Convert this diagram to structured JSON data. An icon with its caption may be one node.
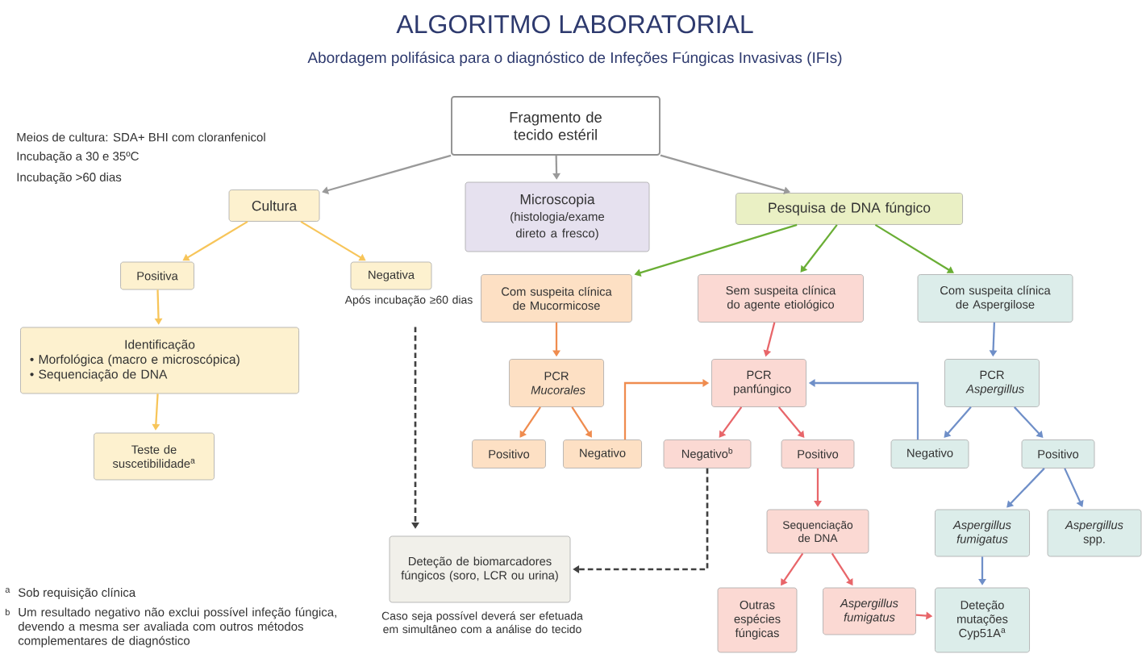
{
  "diagram": {
    "title": "ALGORITMO LABORATORIAL",
    "nodes": [
      {
        "text": [
          "Fragmento de tecido estéril"
        ]
      },
      {
        "text": [
          "Cultura"
        ]
      },
      {
        "text": [
          "Microscopia",
          "(histologia/exame direto a fresco)"
        ]
      },
      {
        "text": [
          "Pesquisa  de DNA fúngico"
        ]
      },
      {
        "text": [
          "Positiva"
        ]
      },
      {
        "text": [
          "Negativa"
        ],
        "beside": [
          "Após incubação ≥60 dias"
        ]
      },
      {
        "text": [
          "Com suspeita clínica de Mucormicose"
        ]
      },
      {
        "text": [
          "Sem suspeita clínica do agente etiológico"
        ]
      },
      {
        "text": [
          "Com suspeita clínica de Aspergilose"
        ]
      },
      {
        "text": [
          "Identificação",
          "• Morfológica (macro e microscópica)",
          "• Sequenciação de DNA"
        ]
      },
      {
        "text": [
          "PCR *Mucorales*"
        ]
      },
      {
        "text": [
          "PCR panfúngico"
        ]
      },
      {
        "text": [
          "PCR *Aspergillus*"
        ]
      },
      {
        "text": [
          "Teste de suscetibilidade$^{a}$"
        ]
      },
      {
        "text": [
          "Positivo"
        ]
      },
      {
        "text": [
          "Negativo"
        ]
      },
      {
        "text": [
          "Negativo$^{b}$"
        ]
      },
      {
        "text": [
          "Positivo"
        ]
      },
      {
        "text": [
          "Negativo"
        ]
      },
      {
        "text": [
          "Positivo"
        ]
      },
      {
        "text": [
          "Deteção de biomarcadores fúngicos (soro, LCR ou urina)"
        ],
        "beside": [
          "Caso seja possível deverá ser efetuada em simultâneo com a análise do tecido"
        ]
      },
      {
        "text": [
          "Sequenciação de DNA"
        ]
      },
      {
        "text": [
          "Aspergillus fumigatus"
        ]
      },
      {
        "text": [
          "*Aspergillus* spp."
        ]
      },
      {
        "text": [
          "Outras espécies fúngicas"
        ]
      },
      {
        "text": [
          "Aspergillus fumigatus"
        ]
      },
      {
        "text": [
          "Deteção mutações Cyp51A$^{a}$"
        ]
      }
    ],
    "edges": [
      {
        "from": 0,
        "to": 1,
        "arrow": "to",
        "color": "#9a9a9a"
      },
      {
        "from": 0,
        "to": 2,
        "arrow": "to",
        "color": "#9a9a9a"
      },
      {
        "from": 0,
        "to": 3,
        "arrow": "to",
        "color": "#9a9a9a"
      },
      {
        "from": 1,
        "to": 4,
        "arrow": "to",
        "color": "#f7c55a"
      },
      {
        "from": 1,
        "to": 5,
        "arrow": "to",
        "color": "#f7c55a"
      },
      {
        "from": 4,
        "to": 9,
        "arrow": "to",
        "color": "#f7c55a"
      },
      {
        "from": 9,
        "to": 13,
        "arrow": "to",
        "color": "#f7c55a"
      },
      {
        "from": 5,
        "to": 20,
        "arrow": "to",
        "style": "dashed",
        "color": "#404040"
      },
      {
        "from": 3,
        "to": 6,
        "arrow": "to",
        "color": "#6aae35"
      },
      {
        "from": 3,
        "to": 7,
        "arrow": "to",
        "color": "#6aae35"
      },
      {
        "from": 3,
        "to": 8,
        "arrow": "to",
        "color": "#6aae35"
      },
      {
        "from": 6,
        "to": 10,
        "arrow": "to",
        "color": "#ef8c4f"
      },
      {
        "from": 7,
        "to": 11,
        "arrow": "to",
        "color": "#e8666a"
      },
      {
        "from": 8,
        "to": 12,
        "arrow": "to",
        "color": "#6f8fc8"
      },
      {
        "from": 10,
        "to": 14,
        "arrow": "to",
        "color": "#ef8c4f"
      },
      {
        "from": 10,
        "to": 15,
        "arrow": "to",
        "color": "#ef8c4f"
      },
      {
        "from": 15,
        "to": 11,
        "arrow": "to",
        "color": "#ef8c4f"
      },
      {
        "from": 11,
        "to": 16,
        "arrow": "to",
        "color": "#e8666a"
      },
      {
        "from": 11,
        "to": 17,
        "arrow": "to",
        "color": "#e8666a"
      },
      {
        "from": 16,
        "to": 20,
        "arrow": "to",
        "style": "dashed",
        "color": "#404040"
      },
      {
        "from": 12,
        "to": 18,
        "arrow": "to",
        "color": "#6f8fc8"
      },
      {
        "from": 12,
        "to": 19,
        "arrow": "to",
        "color": "#6f8fc8"
      },
      {
        "from": 18,
        "to": 11,
        "arrow": "to",
        "color": "#6f8fc8"
      },
      {
        "from": 17,
        "to": 21,
        "arrow": "to",
        "color": "#e8666a"
      },
      {
        "from": 19,
        "to": 22,
        "arrow": "to",
        "color": "#6f8fc8"
      },
      {
        "from": 19,
        "to": 23,
        "arrow": "to",
        "color": "#6f8fc8"
      },
      {
        "from": 21,
        "to": 24,
        "arrow": "to",
        "color": "#e8666a"
      },
      {
        "from": 21,
        "to": 25,
        "arrow": "to",
        "color": "#e8666a"
      },
      {
        "from": 22,
        "to": 26,
        "arrow": "to",
        "color": "#6f8fc8"
      },
      {
        "from": 25,
        "to": 26,
        "arrow": "to",
        "color": "#e8666a"
      }
    ],
    "labels": [
      "Abordagem polifásica para o diagnóstico de Infeções Fúngicas Invasivas (IFIs)",
      "Meios de cultura: SDA+ BHI com cloranfenicol",
      "Incubação a 30 e 35ºC",
      "Incubação >60 dias",
      "a",
      "Sob requisição clínica",
      "b",
      "Um resultado negativo não exclui possível infeção fúngica, devendo a mesma ser avaliada com outros métodos complementares de diagnóstico"
    ]
  }
}
